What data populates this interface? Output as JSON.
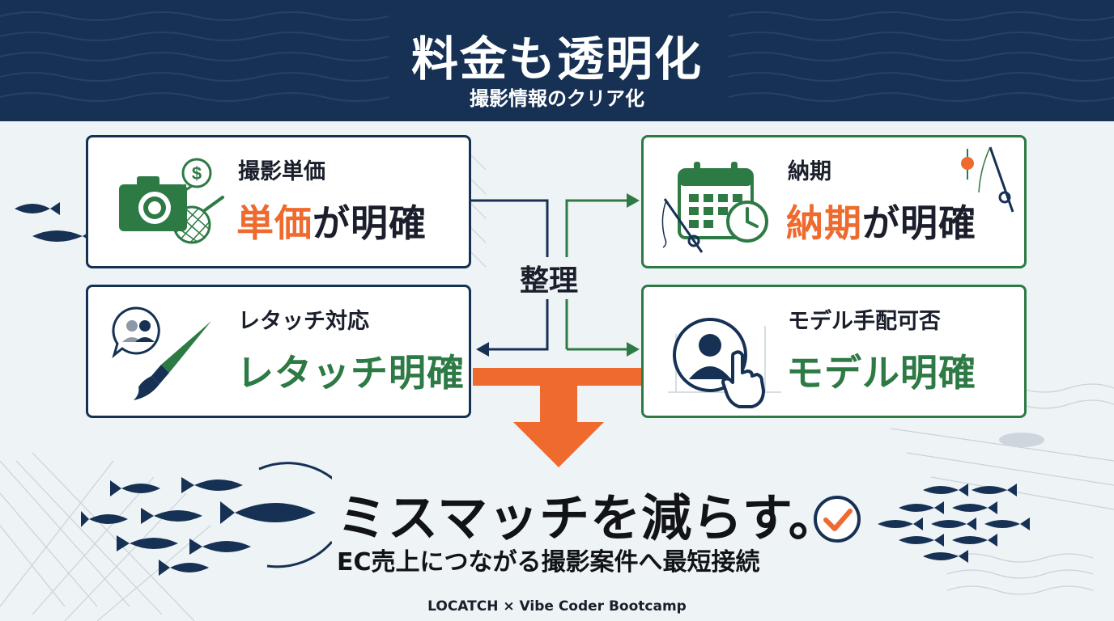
{
  "header": {
    "title": "料金も透明化",
    "subtitle": "撮影情報のクリア化"
  },
  "cards": {
    "price": {
      "label": "撮影単価",
      "value_accent": "単価",
      "value_rest": "が明確"
    },
    "retouch": {
      "label": "レタッチ対応",
      "value": "レタッチ明確"
    },
    "delivery": {
      "label": "納期",
      "value_accent": "納期",
      "value_rest": "が明確"
    },
    "model": {
      "label": "モデル手配可否",
      "value": "モデル明確"
    }
  },
  "center": {
    "label": "整理"
  },
  "result": {
    "headline": "ミスマッチを減らす。",
    "tagline": "EC売上につながる撮影案件へ最短接続"
  },
  "footer": {
    "text": "LOCATCH × Vibe Coder Bootcamp"
  },
  "icons": {
    "price": [
      "camera-icon",
      "dollar-bubble-icon",
      "landing-net-icon"
    ],
    "retouch": [
      "people-bubble-icon",
      "paintbrush-icon"
    ],
    "delivery": [
      "calendar-icon",
      "clock-icon",
      "fishing-rod-icon"
    ],
    "model": [
      "person-silhouette-icon",
      "pointer-hand-icon"
    ],
    "result": [
      "fish-school-icon",
      "check-circle-icon"
    ]
  },
  "colors": {
    "navy": "#163154",
    "green": "#2d7a45",
    "orange": "#ee6a2e",
    "background": "#eef3f5"
  }
}
